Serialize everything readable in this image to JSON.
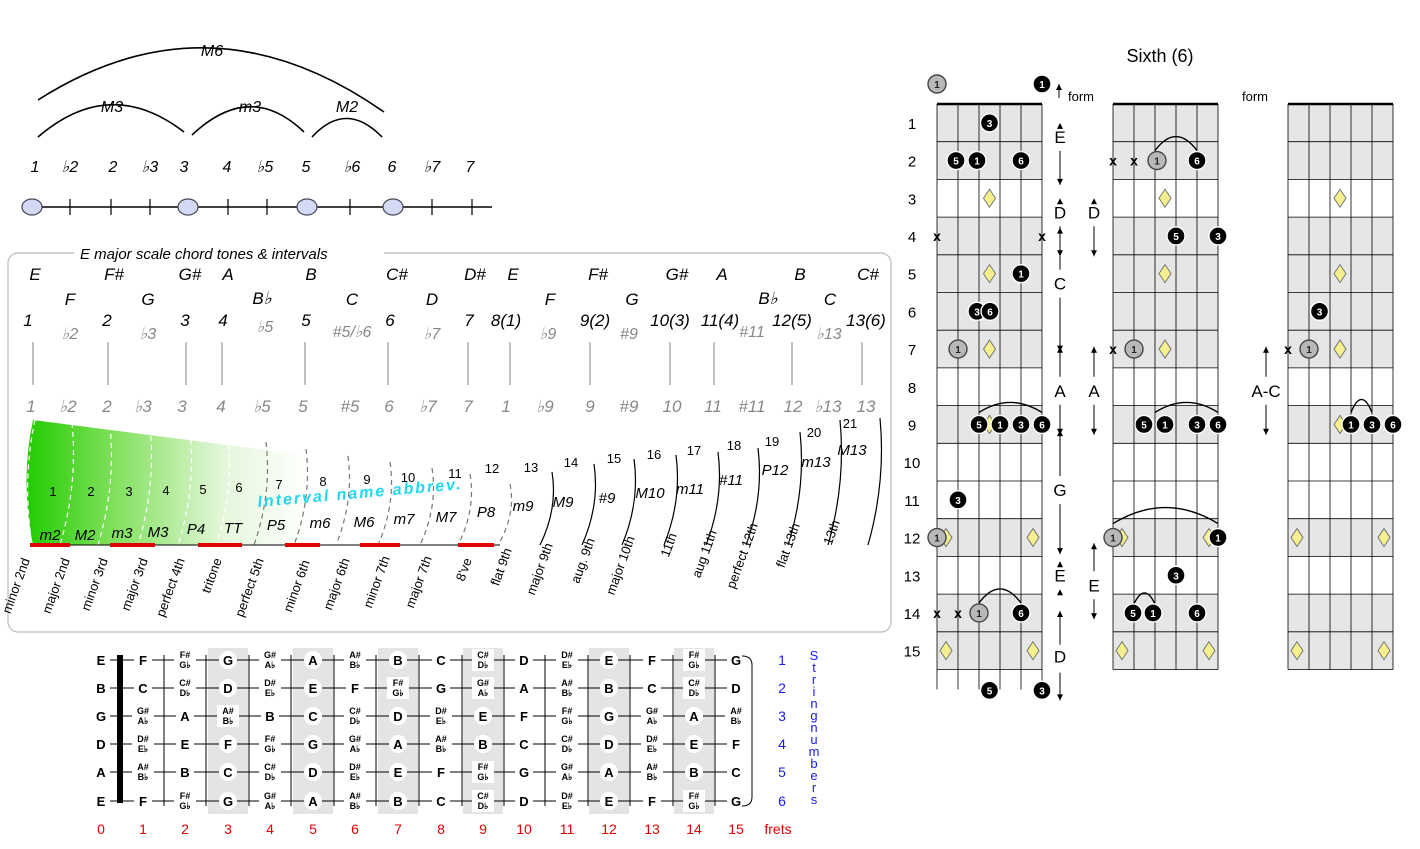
{
  "page_title": "Sixth (6)",
  "scale_diagram": {
    "arcs": {
      "M6": "M6",
      "M3": "M3",
      "m3": "m3",
      "M2": "M2"
    },
    "degrees": [
      "1",
      "♭2",
      "2",
      "♭3",
      "3",
      "4",
      "♭5",
      "5",
      "♭6",
      "6",
      "♭7",
      "7"
    ]
  },
  "chord_tones": {
    "title": "E major scale chord tones & intervals",
    "note_names_top": [
      "E",
      "F#",
      "G#",
      "A",
      "B",
      "C#",
      "D#",
      "E",
      "F#",
      "G#",
      "A",
      "B",
      "C#"
    ],
    "note_names_mid": [
      "F",
      "G",
      "B♭",
      "C",
      "D",
      "F",
      "G",
      "B♭",
      "C"
    ],
    "degrees_main": [
      "1",
      "2",
      "3",
      "4",
      "5",
      "6",
      "7",
      "8(1)",
      "9(2)",
      "10(3)",
      "11(4)",
      "12(5)",
      "13(6)"
    ],
    "degrees_alt": [
      "♭2",
      "♭3",
      "♭5",
      "#5/♭6",
      "♭7",
      "♭9",
      "#9",
      "#11",
      "♭13"
    ],
    "interval_numbers_row": [
      "1",
      "♭2",
      "2",
      "♭3",
      "3",
      "4",
      "♭5",
      "5",
      "#5",
      "6",
      "♭7",
      "7",
      "1",
      "♭9",
      "9",
      "#9",
      "10",
      "11",
      "#11",
      "12",
      "♭13",
      "13"
    ],
    "semitones": [
      "1",
      "2",
      "3",
      "4",
      "5",
      "6",
      "7",
      "8",
      "9",
      "10",
      "11",
      "12",
      "13",
      "14",
      "15",
      "16",
      "17",
      "18",
      "19",
      "20",
      "21"
    ],
    "abbrevs": [
      "m2",
      "M2",
      "m3",
      "M3",
      "P4",
      "TT",
      "P5",
      "m6",
      "M6",
      "m7",
      "M7",
      "P8",
      "m9",
      "M9",
      "#9",
      "M10",
      "m11",
      "#11",
      "P12",
      "m13",
      "M13"
    ],
    "abbrev_label": "Interval name abbrev.",
    "full_names": [
      "minor 2nd",
      "major 2nd",
      "minor 3rd",
      "major 3rd",
      "perfect 4th",
      "tritone",
      "perfect 5th",
      "minor 6th",
      "major 6th",
      "minor 7th",
      "major 7th",
      "8've",
      "flat 9th",
      "major 9th",
      "aug. 9th",
      "major 10th",
      "11th",
      "aug 11th",
      "perfect 12th",
      "flat 13th",
      "13th"
    ]
  },
  "fretboard": {
    "open_strings": [
      "E",
      "B",
      "G",
      "D",
      "A",
      "E"
    ],
    "string_numbers": [
      "1",
      "2",
      "3",
      "4",
      "5",
      "6"
    ],
    "string_numbers_label": "String numbers",
    "fret_numbers": [
      "0",
      "1",
      "2",
      "3",
      "4",
      "5",
      "6",
      "7",
      "8",
      "9",
      "10",
      "11",
      "12",
      "13",
      "14",
      "15"
    ],
    "frets_label": "frets",
    "rows": [
      [
        "F",
        "F#|G♭",
        "G",
        "G#|A♭",
        "A",
        "A#|B♭",
        "B",
        "C",
        "C#|D♭",
        "D",
        "D#|E♭",
        "E",
        "F",
        "F#|G♭",
        "G"
      ],
      [
        "C",
        "C#|D♭",
        "D",
        "D#|E♭",
        "E",
        "F",
        "F#|G♭",
        "G",
        "G#|A♭",
        "A",
        "A#|B♭",
        "B",
        "C",
        "C#|D♭",
        "D"
      ],
      [
        "G#|A♭",
        "A",
        "A#|B♭",
        "B",
        "C",
        "C#|D♭",
        "D",
        "D#|E♭",
        "E",
        "F",
        "F#|G♭",
        "G",
        "G#|A♭",
        "A",
        "A#|B♭"
      ],
      [
        "D#|E♭",
        "E",
        "F",
        "F#|G♭",
        "G",
        "G#|A♭",
        "A",
        "A#|B♭",
        "B",
        "C",
        "C#|D♭",
        "D",
        "D#|E♭",
        "E",
        "F"
      ],
      [
        "A#|B♭",
        "B",
        "C",
        "C#|D♭",
        "D",
        "D#|E♭",
        "E",
        "F",
        "F#|G♭",
        "G",
        "G#|A♭",
        "A",
        "A#|B♭",
        "B",
        "C"
      ],
      [
        "F",
        "F#|G♭",
        "G",
        "G#|A♭",
        "A",
        "A#|B♭",
        "B",
        "C",
        "C#|D♭",
        "D",
        "D#|E♭",
        "E",
        "F",
        "F#|G♭",
        "G"
      ]
    ]
  },
  "neck_diagrams": {
    "fret_labels": [
      "1",
      "2",
      "3",
      "4",
      "5",
      "6",
      "7",
      "8",
      "9",
      "10",
      "11",
      "12",
      "13",
      "14",
      "15"
    ],
    "form_label": "form",
    "caged_left": [
      "E",
      "D",
      "C",
      "A",
      "G",
      "E",
      "D"
    ],
    "caged_middle": [
      "D",
      "A",
      "E"
    ],
    "caged_right": [
      "A-C"
    ],
    "mute": "x",
    "tone_labels": {
      "root": "1",
      "third": "3",
      "fifth": "5",
      "sixth": "6"
    }
  }
}
